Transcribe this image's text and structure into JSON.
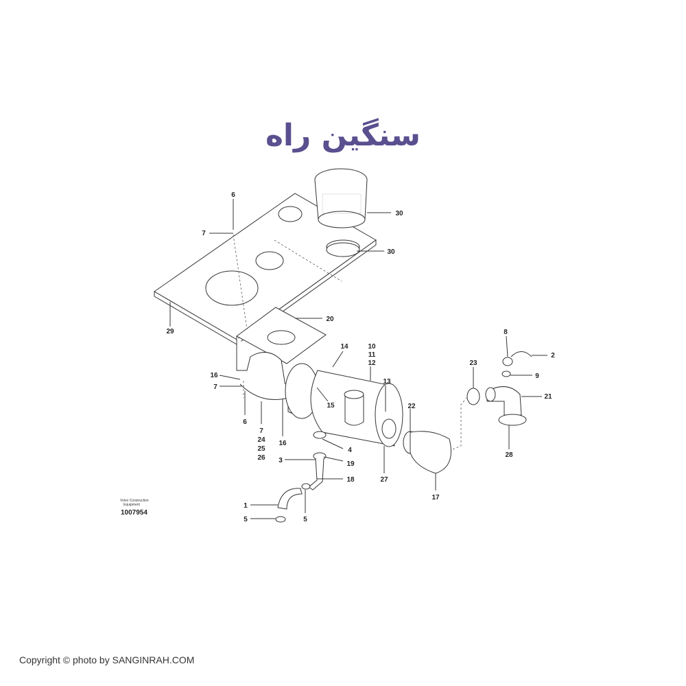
{
  "logo": {
    "text": "سنگین راه"
  },
  "doc": {
    "publisher_line1": "Volvo Construction",
    "publisher_line2": "Equipment",
    "number": "1007954"
  },
  "callouts": {
    "c6a": "6",
    "c7a": "7",
    "c30a": "30",
    "c30b": "30",
    "c29": "29",
    "c20": "20",
    "c14": "14",
    "c10": "10",
    "c11": "11",
    "c12": "12",
    "c13": "13",
    "c16a": "16",
    "c7b": "7",
    "c6b": "6",
    "c7c": "7",
    "c24": "24",
    "c25": "25",
    "c26": "26",
    "c16b": "16",
    "c15": "15",
    "c4": "4",
    "c3": "3",
    "c19": "19",
    "c18": "18",
    "c1": "1",
    "c5a": "5",
    "c5b": "5",
    "c27": "27",
    "c22": "22",
    "c17": "17",
    "c23": "23",
    "c8": "8",
    "c2": "2",
    "c9": "9",
    "c21": "21",
    "c28": "28"
  },
  "copyright": "Copyright © photo by SANGINRAH.COM"
}
